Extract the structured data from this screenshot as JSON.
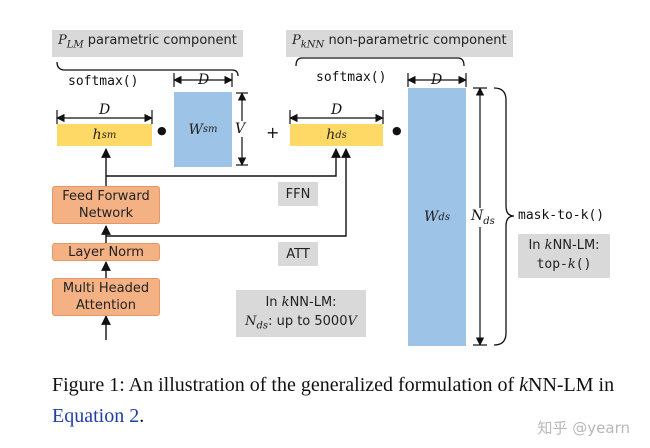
{
  "labels": {
    "plm": "P",
    "plm_sub": "LM",
    "plm_rest": " parametric component",
    "pknn": "P",
    "pknn_sub": "kNN",
    "pknn_rest": " non-parametric component",
    "softmax_left": "softmax()",
    "softmax_right": "softmax()",
    "mask": "mask-to-k()"
  },
  "dims": {
    "D": "D",
    "V": "V",
    "N": "N",
    "N_sub": "ds"
  },
  "boxes": {
    "h_sm": "h",
    "h_sm_sub": "sm",
    "w_sm": "W",
    "w_sm_sub": "sm",
    "h_ds": "h",
    "h_ds_sub": "ds",
    "w_ds": "W",
    "w_ds_sub": "ds",
    "ffn_block_1": "Feed Forward",
    "ffn_block_2": "Network",
    "layer_norm": "Layer Norm",
    "mha_1": "Multi Headed",
    "mha_2": "Attention"
  },
  "tags": {
    "ffn": "FFN",
    "att": "ATT"
  },
  "notes": {
    "knn_lm_left_1": "In ",
    "knn_lm_left_k": "k",
    "knn_lm_left_rest": "NN-LM:",
    "knn_lm_left_2a": "N",
    "knn_lm_left_2sub": "ds",
    "knn_lm_left_2b": ": up to 5000",
    "knn_lm_left_2v": "V",
    "knn_lm_right_1": "In ",
    "knn_lm_right_k": "k",
    "knn_lm_right_rest": "NN-LM:",
    "topk_a": "top-",
    "topk_k": "k",
    "topk_b": "()"
  },
  "symbols": {
    "dot": "●",
    "plus": "+"
  },
  "caption": {
    "prefix": "Figure 1:  An illustration of the generalized formulation of ",
    "k": "k",
    "middle": "NN-LM in ",
    "link": "Equation 2",
    "end": "."
  },
  "watermark": "知乎 @yearn"
}
